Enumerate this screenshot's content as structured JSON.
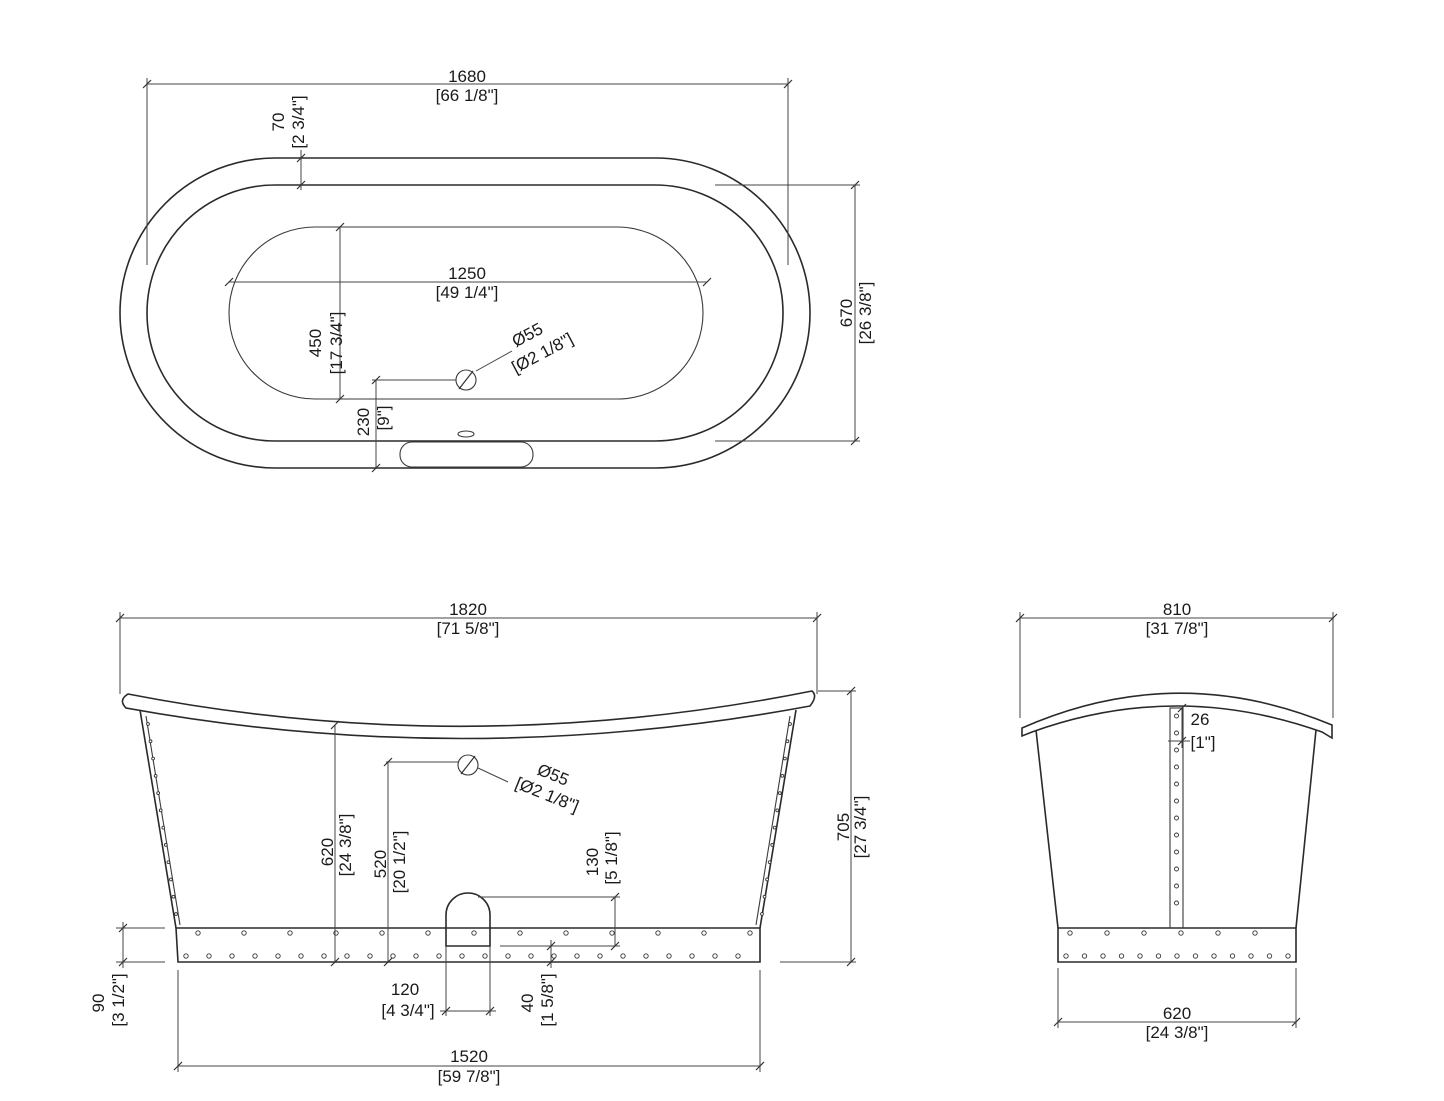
{
  "top_view": {
    "overall_length": {
      "mm": "1680",
      "inch": "[66 1/8\"]"
    },
    "rim_width": {
      "mm": "70",
      "inch": "[2 3/4\"]"
    },
    "inner_length": {
      "mm": "1250",
      "inch": "[49 1/4\"]"
    },
    "inner_width": {
      "mm": "450",
      "inch": "[17 3/4\"]"
    },
    "drain_diameter": {
      "mm": "Ø55",
      "inch": "[Ø2 1/8\"]"
    },
    "drain_offset": {
      "mm": "230",
      "inch": "[9\"]"
    },
    "overall_width": {
      "mm": "670",
      "inch": "[26 3/8\"]"
    }
  },
  "side_view": {
    "overall_length": {
      "mm": "1820",
      "inch": "[71 5/8\"]"
    },
    "overflow_diameter": {
      "mm": "Ø55",
      "inch": "[Ø2 1/8\"]"
    },
    "depth_at_center": {
      "mm": "620",
      "inch": "[24 3/8\"]"
    },
    "overflow_height": {
      "mm": "520",
      "inch": "[20 1/2\"]"
    },
    "waste_height": {
      "mm": "130",
      "inch": "[5 1/8\"]"
    },
    "total_height": {
      "mm": "705",
      "inch": "[27 3/4\"]"
    },
    "base_band_height": {
      "mm": "90",
      "inch": "[3 1/2\"]"
    },
    "waste_width": {
      "mm": "120",
      "inch": "[4 3/4\"]"
    },
    "waste_base_offset": {
      "mm": "40",
      "inch": "[1 5/8\"]"
    },
    "base_length": {
      "mm": "1520",
      "inch": "[59 7/8\"]"
    }
  },
  "end_view": {
    "overall_width": {
      "mm": "810",
      "inch": "[31 7/8\"]"
    },
    "rim_thickness": {
      "mm": "26",
      "inch": "[1\"]"
    },
    "base_width": {
      "mm": "620",
      "inch": "[24 3/8\"]"
    }
  },
  "colors": {
    "line": "#2a2a2a",
    "background": "#ffffff"
  }
}
